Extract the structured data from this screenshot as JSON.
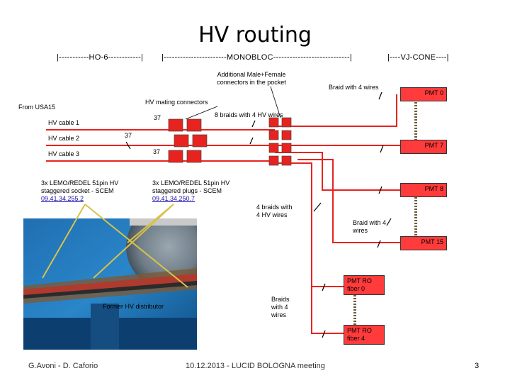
{
  "title": "HV routing",
  "sections": {
    "ho6": "|-----------HO-6------------|",
    "monobloc": "|-----------------------MONOBLOC----------------------------|",
    "vjcone": "|----VJ-CONE----|"
  },
  "labels": {
    "additional_connectors": [
      "Additional Male+Female",
      "connectors in the pocket"
    ],
    "braid_4_top": "Braid with 4 wires",
    "hv_mating": "HV mating connectors",
    "from_usa15": "From USA15",
    "eight_braids": "8 braids with 4 HV wires",
    "hv_cable_1": "HV cable 1",
    "hv_cable_2": "HV cable 2",
    "hv_cable_3": "HV cable 3",
    "num_37_a": "37",
    "num_37_b": "37",
    "num_37_c": "37",
    "socket_desc": [
      "3x LEMO/REDEL 51pin HV",
      "staggered socket - SCEM"
    ],
    "socket_code": "09.41.34.255.2",
    "plug_desc": [
      "3x LEMO/REDEL 51pin HV",
      "staggered plugs - SCEM"
    ],
    "plug_code": "09.41.34.250.7",
    "four_braids": [
      "4 braids with",
      "4 HV wires"
    ],
    "braid_4_mid": [
      "Braid with 4",
      "wires"
    ],
    "former_hv": "Former HV distributor",
    "braids_4_bottom": [
      "Braids",
      "with 4",
      "wires"
    ]
  },
  "boxes": {
    "pmt0": "PMT 0",
    "pmt7": "PMT 7",
    "pmt8": "PMT 8",
    "pmt15": "PMT 15",
    "pmtro0": [
      "PMT RO",
      "fiber 0"
    ],
    "pmtro4": [
      "PMT RO",
      "fiber 4"
    ]
  },
  "footer": {
    "authors": "G.Avoni - D. Caforio",
    "meeting": "10.12.2013 - LUCID BOLOGNA meeting",
    "page": "3"
  },
  "colors": {
    "cable": "#e8231f",
    "box": "#ff3b3b",
    "pointer": "#d8c24a",
    "link": "#1a0dab"
  }
}
